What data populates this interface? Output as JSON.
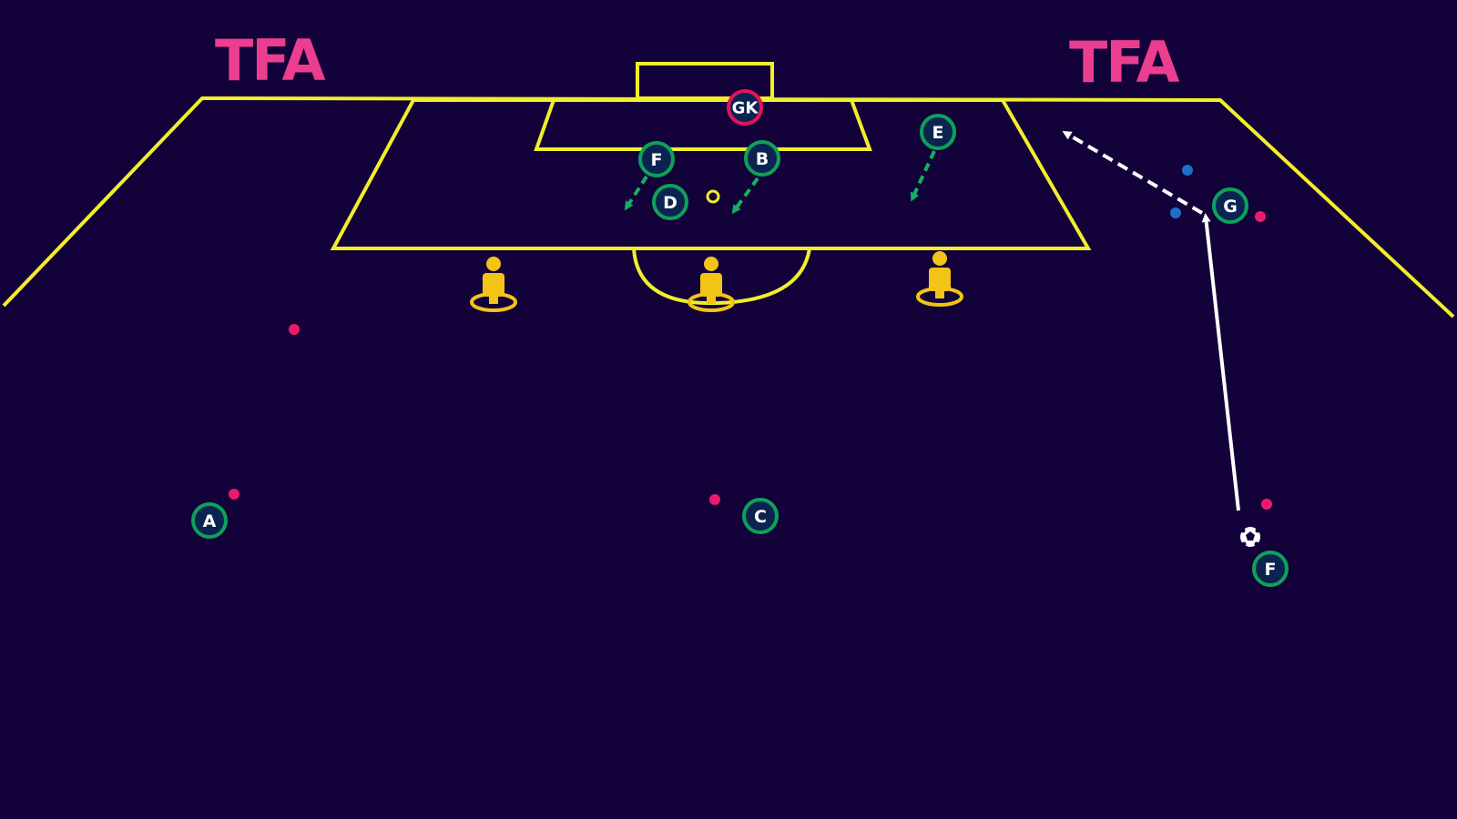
{
  "logos": [
    "TFA",
    "TFA"
  ],
  "colors": {
    "background": "#13013a",
    "lines": "#f2ee2a",
    "logo": "#ec3e8e",
    "player_ring": "#0da15a",
    "player_fill": "#0b2350",
    "goalkeeper_ring": "#e3135a",
    "mannequin": "#f3c416",
    "cone_pink": "#ec1a6b",
    "cone_blue": "#1f6fc8",
    "movement_arrow": "#14b060",
    "pass_arrow": "#ffffff"
  },
  "goalkeeper": {
    "label": "GK"
  },
  "players": [
    {
      "id": "player-f-top",
      "label": "F"
    },
    {
      "id": "player-b",
      "label": "B"
    },
    {
      "id": "player-d",
      "label": "D"
    },
    {
      "id": "player-e",
      "label": "E"
    },
    {
      "id": "player-g",
      "label": "G"
    },
    {
      "id": "player-a",
      "label": "A"
    },
    {
      "id": "player-c",
      "label": "C"
    },
    {
      "id": "player-f-bottom",
      "label": "F"
    }
  ],
  "icons": {
    "ball": "soccer-ball-icon",
    "mannequin": "mannequin-icon",
    "cone": "cone-marker-icon"
  }
}
